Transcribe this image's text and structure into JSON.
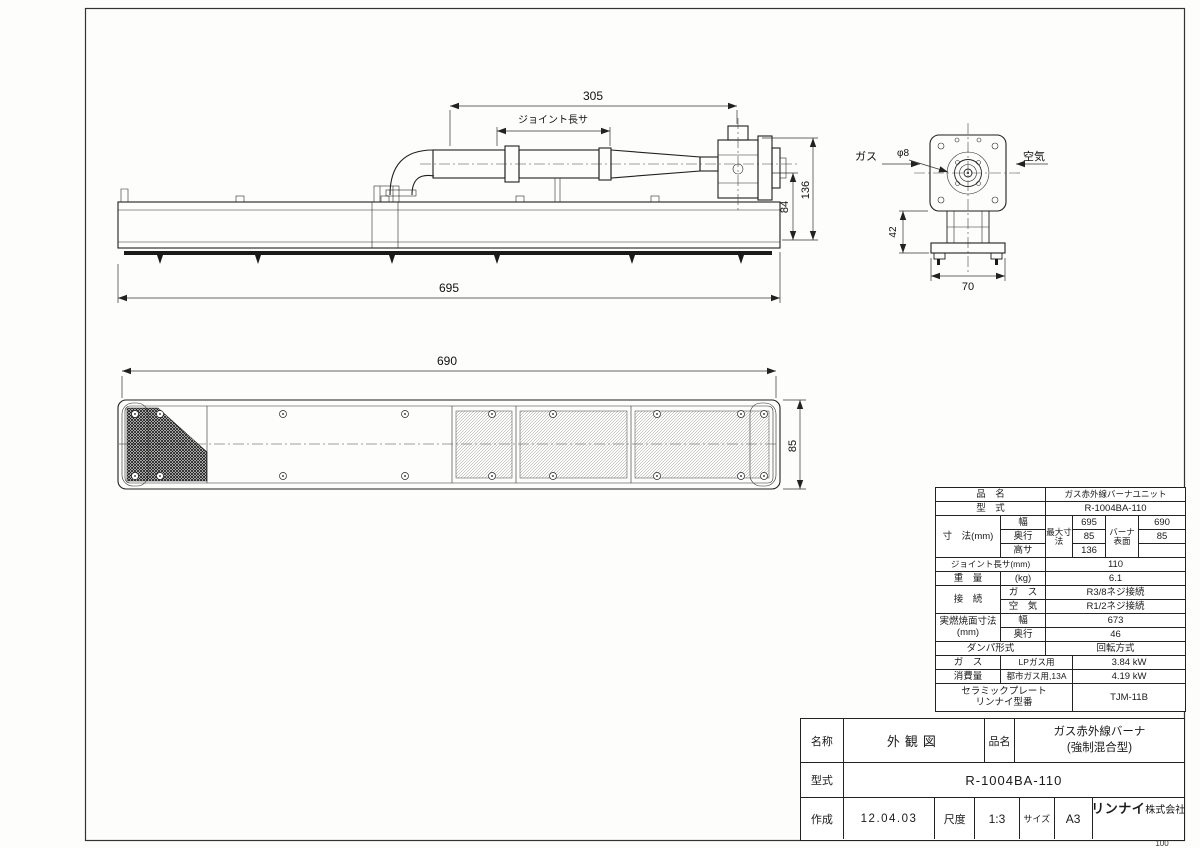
{
  "page": {
    "number": "100"
  },
  "side_view": {
    "dim_305": "305",
    "joint_dim_label": "ジョイント長サ",
    "dim_84": "84",
    "dim_136": "136",
    "dim_695": "695"
  },
  "end_view": {
    "gas_label": "ガス",
    "air_label": "空気",
    "dia_8": "φ8",
    "dim_42": "42",
    "dim_70": "70"
  },
  "plan_view": {
    "dim_690": "690",
    "dim_85": "85"
  },
  "spec_table": {
    "part_name_label": "品　名",
    "part_name_value": "ガス赤外線バーナユニット",
    "model_label": "型　式",
    "model_value": "R-1004BA-110",
    "dims_label": "寸　法(mm)",
    "width_label": "幅",
    "depth_label": "奥行",
    "height_label": "高サ",
    "max_dims_label": "最大寸法",
    "max_width": "695",
    "max_depth": "85",
    "max_height": "136",
    "surface_label": "バーナ表面",
    "surface_width": "690",
    "surface_depth": "85",
    "joint_label": "ジョイント長サ(mm)",
    "joint_value": "110",
    "weight_label": "重　量",
    "weight_unit": "(kg)",
    "weight_value": "6.1",
    "connection_label": "接　続",
    "gas_label": "ガ　ス",
    "gas_value": "R3/8ネジ接続",
    "air_label": "空　気",
    "air_value": "R1/2ネジ接続",
    "burning_area_label": "実燃焼面寸法",
    "burning_area_unit": "(mm)",
    "burning_width_label": "幅",
    "burning_width_value": "673",
    "burning_depth_label": "奥行",
    "burning_depth_value": "46",
    "damper_label": "ダンパ形式",
    "damper_value": "回転方式",
    "consumption_gas_label": "ガ　ス",
    "consumption_label": "消費量",
    "lp_gas_label": "LPガス用",
    "lp_gas_value": "3.84 kW",
    "city_gas_label": "都市ガス用,13A",
    "city_gas_value": "4.19 kW",
    "ceramic_label_line1": "セラミックプレート",
    "ceramic_label_line2": "リンナイ型番",
    "ceramic_value": "TJM-11B"
  },
  "title_block": {
    "name_label": "名称",
    "name_value": "外観図",
    "part_label": "品名",
    "part_value_line1": "ガス赤外線バーナ",
    "part_value_line2": "(強制混合型)",
    "model_label": "型式",
    "model_value": "R-1004BA-110",
    "date_label": "作成",
    "date_value": "12.04.03",
    "scale_label": "尺度",
    "scale_value": "1:3",
    "size_label": "サイズ",
    "size_value": "A3",
    "company_name": "リンナイ",
    "company_suffix": "株式会社"
  }
}
